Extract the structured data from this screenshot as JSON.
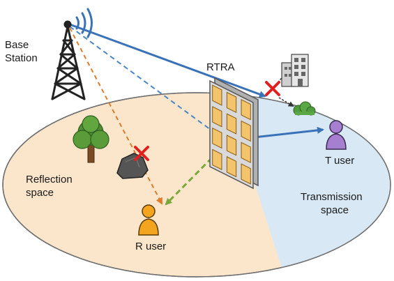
{
  "labels": {
    "base_station_line1": "Base",
    "base_station_line2": "Station",
    "rtra": "RTRA",
    "t_user": "T user",
    "r_user": "R user",
    "reflection_line1": "Reflection",
    "reflection_line2": "space",
    "transmission_line1": "Transmission",
    "transmission_line2": "space"
  },
  "colors": {
    "reflection_region": "#fbe6cc",
    "transmission_region": "#d8e8f5",
    "direct_link": "#3a72b8",
    "dashed_blue": "#4a86c5",
    "dashed_orange": "#e07b2a",
    "dashed_green": "#7aa83a",
    "block_mark": "#e0201f",
    "t_user": "#a77fd0",
    "r_user": "#f3a51f"
  },
  "icons": [
    "tower-icon",
    "signal-waves-icon",
    "building-icon",
    "bush-icon",
    "tree-icon",
    "rock-icon",
    "block-x-icon",
    "t-user-icon",
    "r-user-icon",
    "rtra-panel-icon"
  ]
}
